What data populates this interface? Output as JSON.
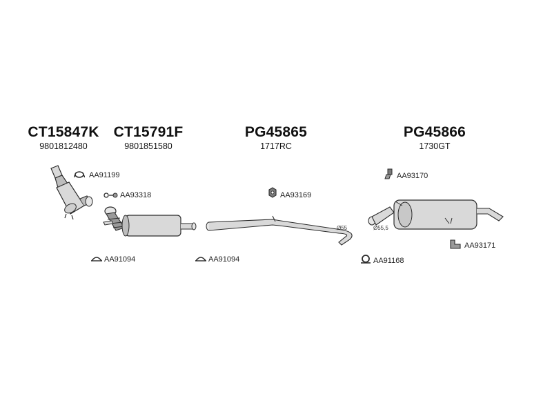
{
  "headers": [
    {
      "code": "CT15847K",
      "number": "9801812480"
    },
    {
      "code": "CT15791F",
      "number": "9801851580"
    },
    {
      "code": "PG45865",
      "number": "1717RC"
    },
    {
      "code": "PG45866",
      "number": "1730GT"
    }
  ],
  "part_labels": {
    "aa91199": "AA91199",
    "aa93318": "AA93318",
    "aa91094_a": "AA91094",
    "aa91094_b": "AA91094",
    "aa93169": "AA93169",
    "aa93170": "AA93170",
    "aa93171": "AA93171",
    "aa91168": "AA91168"
  },
  "diameters": {
    "d55": "Ø55",
    "d55_5": "Ø55,5"
  },
  "colors": {
    "line": "#2b2b2b",
    "fill": "#d9d9d9",
    "fill_dark": "#9a9a9a",
    "background": "#ffffff"
  }
}
